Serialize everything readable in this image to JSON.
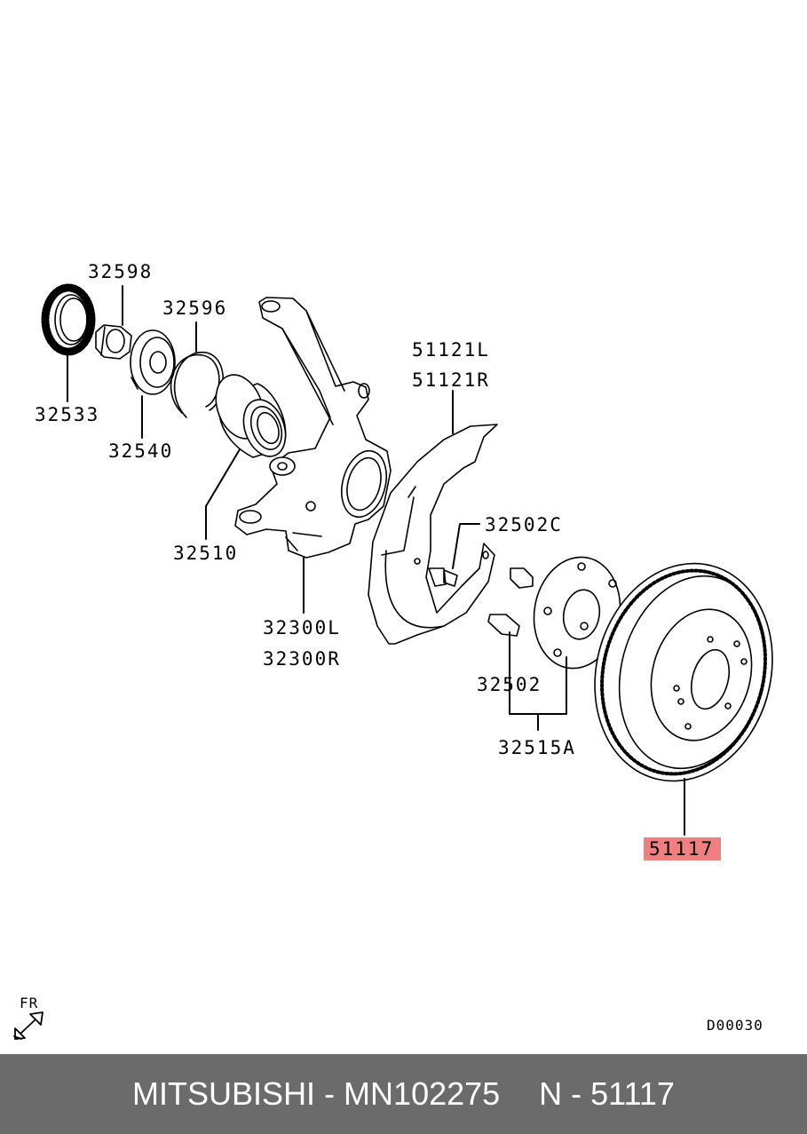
{
  "labels": {
    "p32598": "32598",
    "p32596": "32596",
    "p32533": "32533",
    "p32540": "32540",
    "p32510": "32510",
    "p51121L": "51121L",
    "p51121R": "51121R",
    "p32502C": "32502C",
    "p32300L": "32300L",
    "p32300R": "32300R",
    "p32502": "32502",
    "p32515A": "32515A",
    "p51117": "51117"
  },
  "highlight_color": "#f08080",
  "fr_label": "FR",
  "diagram_code": "D00030",
  "footer": {
    "brand_part": "MITSUBISHI - MN102275",
    "ref": "N - 51117"
  }
}
